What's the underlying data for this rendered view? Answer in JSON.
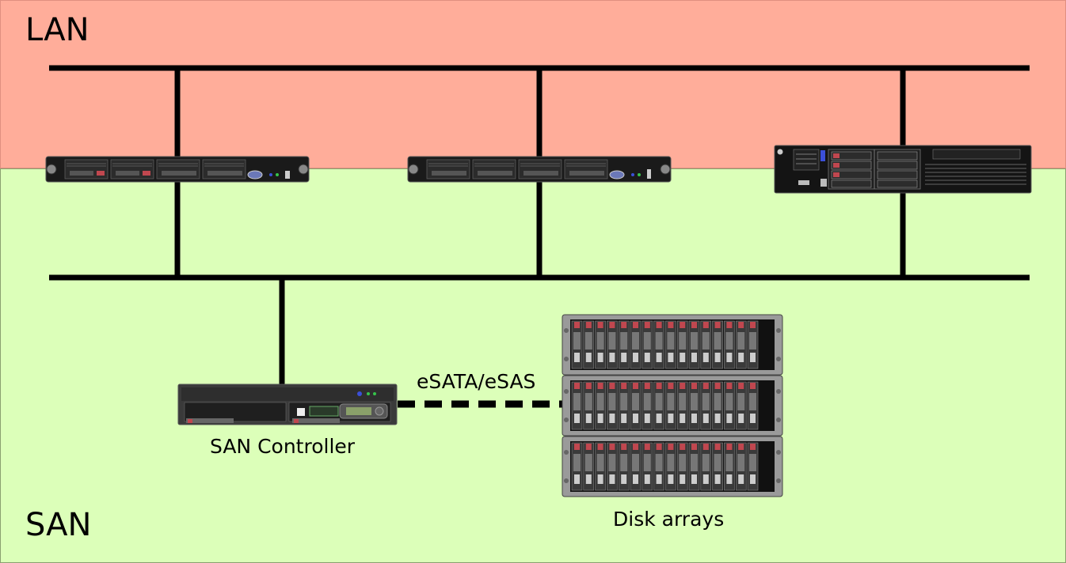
{
  "zones": {
    "lan": {
      "label": "LAN",
      "color": "#ffad9a"
    },
    "san": {
      "label": "SAN",
      "color": "#dcffb9"
    }
  },
  "devices": {
    "server_1": {
      "kind": "1U rack server"
    },
    "server_2": {
      "kind": "1U rack server"
    },
    "server_3": {
      "kind": "2U rack server"
    },
    "san_controller": {
      "label": "SAN Controller"
    },
    "disk_arrays": {
      "label": "Disk arrays",
      "count": 3,
      "drives_per_array": 16
    }
  },
  "links": {
    "controller_to_disks": {
      "label": "eSATA/eSAS",
      "style": "dashed"
    }
  },
  "colors": {
    "cable": "#000000",
    "chassis": "#1a1a1a",
    "drive_tab": "#c0474f",
    "led_blue": "#3b4fd8",
    "led_green": "#36c44a"
  }
}
